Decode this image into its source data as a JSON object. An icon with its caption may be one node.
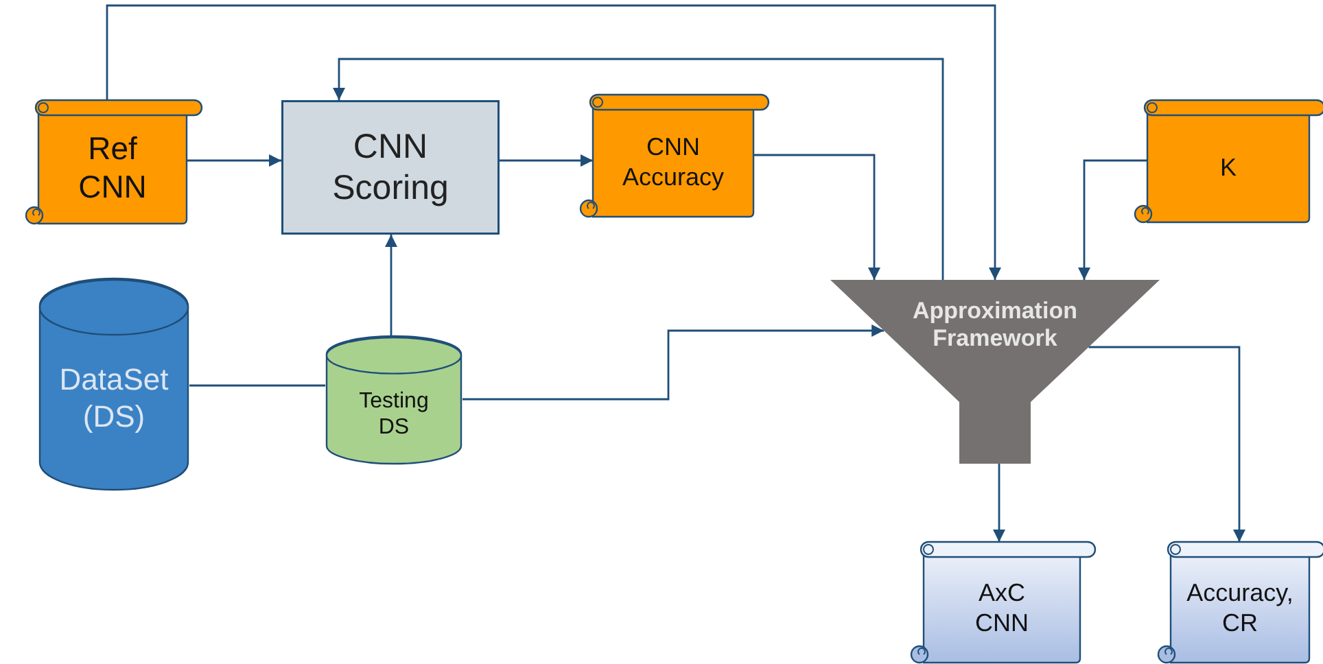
{
  "diagram": {
    "nodes": [
      {
        "text": [
          "Ref CNN"
        ]
      },
      {
        "text": [
          "CNN Scoring"
        ]
      },
      {
        "text": [
          "CNN Accuracy"
        ]
      },
      {
        "text": [
          "K"
        ]
      },
      {
        "text": [
          "DataSet (DS)"
        ]
      },
      {
        "text": [
          "Testing DS"
        ]
      },
      {
        "text": [
          "Approximation Framework"
        ]
      },
      {
        "text": [
          "AxC CNN"
        ]
      },
      {
        "text": [
          "Accuracy, CR"
        ]
      }
    ],
    "edges": [
      {
        "from": 0,
        "to": 1,
        "arrow": "to"
      },
      {
        "from": 1,
        "to": 2,
        "arrow": "to"
      },
      {
        "from": 0,
        "to": 6,
        "arrow": "to"
      },
      {
        "from": 6,
        "to": 1,
        "arrow": "to"
      },
      {
        "from": 2,
        "to": 6,
        "arrow": "to"
      },
      {
        "from": 3,
        "to": 6,
        "arrow": "to"
      },
      {
        "from": 5,
        "to": 1,
        "arrow": "to"
      },
      {
        "from": 4,
        "to": 5,
        "arrow": "none"
      },
      {
        "from": 5,
        "to": 6,
        "arrow": "to"
      },
      {
        "from": 6,
        "to": 7,
        "arrow": "to"
      },
      {
        "from": 6,
        "to": 8,
        "arrow": "to"
      }
    ]
  }
}
